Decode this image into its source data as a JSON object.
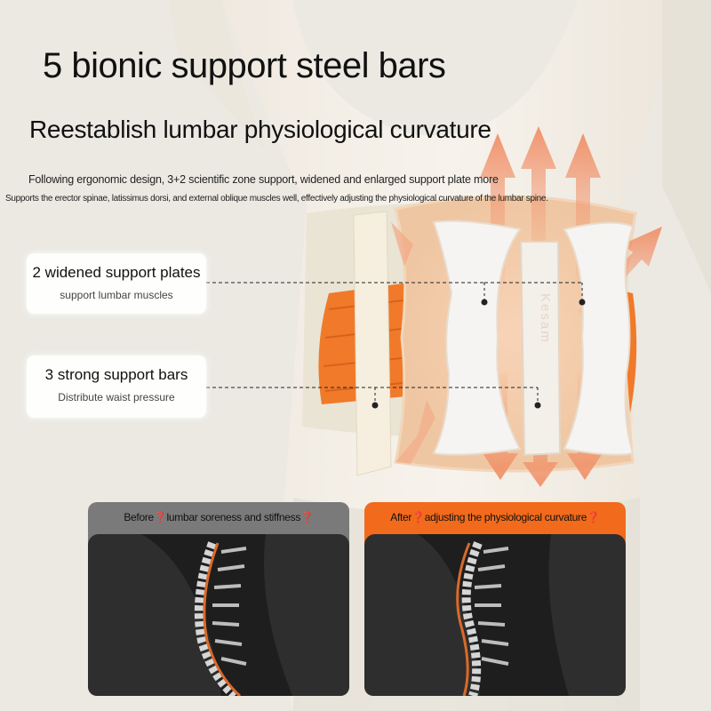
{
  "headline": "5 bionic support steel bars",
  "subheadline": "Reestablish lumbar physiological curvature",
  "description_line1": "Following ergonomic design, 3+2 scientific zone support, widened and enlarged support plate more",
  "description_line2": "Supports the erector spinae, latissimus dorsi, and external oblique muscles well, effectively adjusting the physiological curvature of the lumbar spine.",
  "features": [
    {
      "title": "2 widened support plates",
      "subtitle": "support lumbar muscles"
    },
    {
      "title": "3 strong support bars",
      "subtitle": "Distribute waist pressure"
    }
  ],
  "brand_mark": "Kesam",
  "comparison": {
    "before_caption": "Before❓lumbar soreness and stiffness❓",
    "after_caption": "After❓adjusting the physiological curvature❓"
  },
  "colors": {
    "accent": "#f26a1b",
    "before_header": "#7a7a7a",
    "belt": "#efe1c7"
  }
}
